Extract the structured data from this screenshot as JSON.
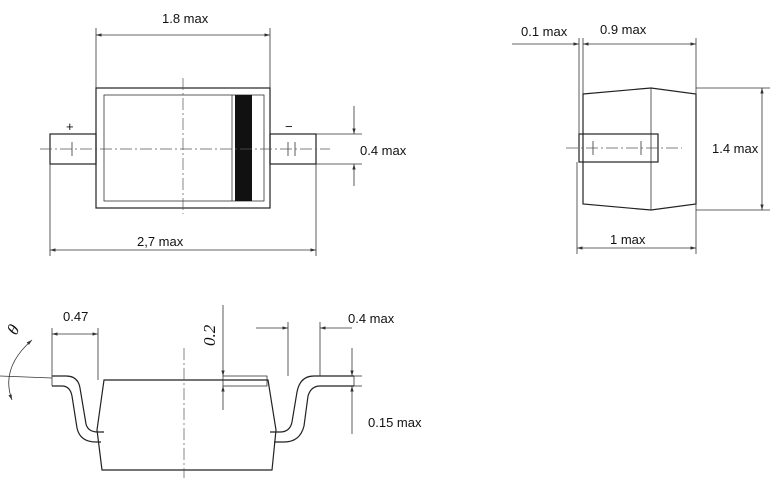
{
  "dimensions": {
    "top_width": "1.8 max",
    "total_length": "2,7 max",
    "lead_thickness_top": "0.4 max",
    "side_offset": "0.1 max",
    "side_depth": "0.9 max",
    "side_height": "1.4 max",
    "side_width": "1 max",
    "lead_length": "0.47",
    "standoff": "0.2",
    "lead_width": "0.4 max",
    "lead_thickness": "0.15 max",
    "angle": "θ"
  },
  "polarity": {
    "anode": "+",
    "cathode": "−"
  }
}
